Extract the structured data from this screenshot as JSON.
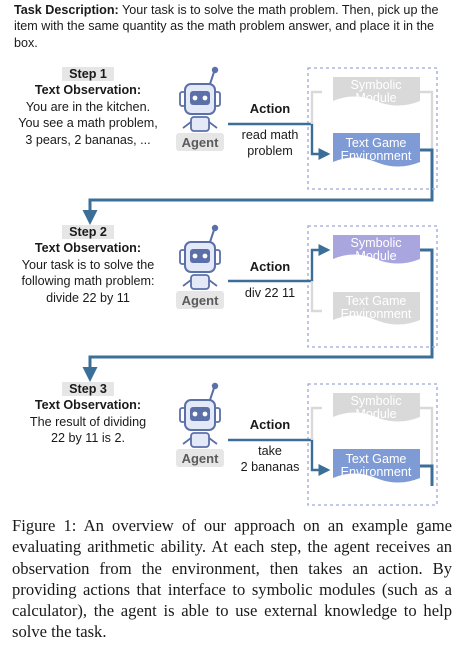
{
  "task": {
    "heading": "Task Description:",
    "text": "Your task is to solve the math problem.  Then, pick up the item with the same quantity as the math problem answer, and place it in the box."
  },
  "steps": [
    {
      "step_label": "Step 1",
      "obs_heading": "Text Observation:",
      "obs_lines": [
        "You are in the kitchen.",
        "You see a math problem,",
        "3 pears, 2 bananas, ..."
      ],
      "agent_label": "Agent",
      "action_heading": "Action",
      "action_lines": [
        "read math",
        "problem"
      ],
      "module_label": [
        "Symbolic",
        "Module"
      ],
      "env_label": [
        "Text Game",
        "Environment"
      ],
      "active": "env"
    },
    {
      "step_label": "Step 2",
      "obs_heading": "Text Observation:",
      "obs_lines": [
        "Your task is to solve the",
        "following math problem:",
        "divide 22 by 11"
      ],
      "agent_label": "Agent",
      "action_heading": "Action",
      "action_lines": [
        "div 22 11"
      ],
      "module_label": [
        "Symbolic",
        "Module"
      ],
      "env_label": [
        "Text Game",
        "Environment"
      ],
      "active": "module"
    },
    {
      "step_label": "Step 3",
      "obs_heading": "Text Observation:",
      "obs_lines": [
        "The result of dividing",
        "22 by 11 is 2."
      ],
      "agent_label": "Agent",
      "action_heading": "Action",
      "action_lines": [
        "take",
        "2 bananas"
      ],
      "module_label": [
        "Symbolic",
        "Module"
      ],
      "env_label": [
        "Text Game",
        "Environment"
      ],
      "active": "env"
    }
  ],
  "caption": "Figure 1: An overview of our approach on an example game evaluating arithmetic ability.  At each step, the agent receives an observation from the environment, then takes an action. By providing actions that interface to symbolic modules (such as a calculator), the agent is able to use external knowledge to help solve the task.",
  "colors": {
    "module_active": "#a9a5de",
    "env_active": "#7f9bd6",
    "inactive": "#d9d9d9",
    "arrow": "#3c6f98",
    "robot": "#5b6fa8",
    "robot_fill": "#e3e9f6",
    "dashed": "#9fa6d8"
  }
}
